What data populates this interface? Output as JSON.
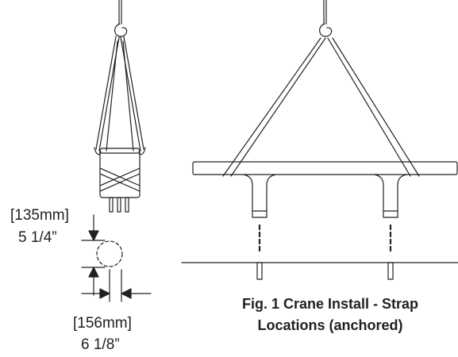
{
  "colors": {
    "ink": "#231f20",
    "background": "#ffffff"
  },
  "left_view": {
    "height_dimension": {
      "metric": "[135mm]",
      "imperial": "5 1/4”"
    },
    "width_dimension": {
      "metric": "[156mm]",
      "imperial": "6 1/8”"
    }
  },
  "caption": {
    "line1": "Fig. 1 Crane Install - Strap",
    "line2": "Locations (anchored)"
  }
}
